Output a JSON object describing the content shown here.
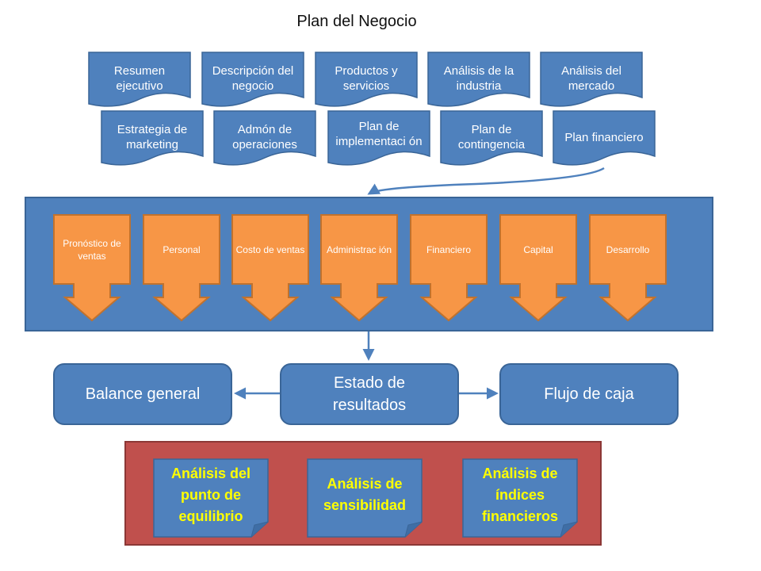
{
  "title": "Plan del Negocio",
  "colors": {
    "blue": "#4f81bd",
    "blue_border": "#3a6597",
    "orange": "#f79646",
    "orange_border": "#c0722e",
    "red": "#c0504d",
    "yellow_text": "#ffff00"
  },
  "sections_row1": [
    "Resumen ejecutivo",
    "Descripción del negocio",
    "Productos y servicios",
    "Análisis de la industria",
    "Análisis del mercado"
  ],
  "sections_row2": [
    "Estrategia de marketing",
    "Admón de operaciones",
    "Plan de implementaci ón",
    "Plan de contingencia",
    "Plan financiero"
  ],
  "budgets": [
    "Pronóstico de ventas",
    "Personal",
    "Costo de ventas",
    "Administrac ión",
    "Financiero",
    "Capital",
    "Desarrollo"
  ],
  "statements": {
    "balance": "Balance general",
    "income": "Estado de resultados",
    "cashflow": "Flujo de caja"
  },
  "analyses": [
    "Análisis del punto de equilibrio",
    "Análisis de sensibilidad",
    "Análisis de índices financieros"
  ]
}
